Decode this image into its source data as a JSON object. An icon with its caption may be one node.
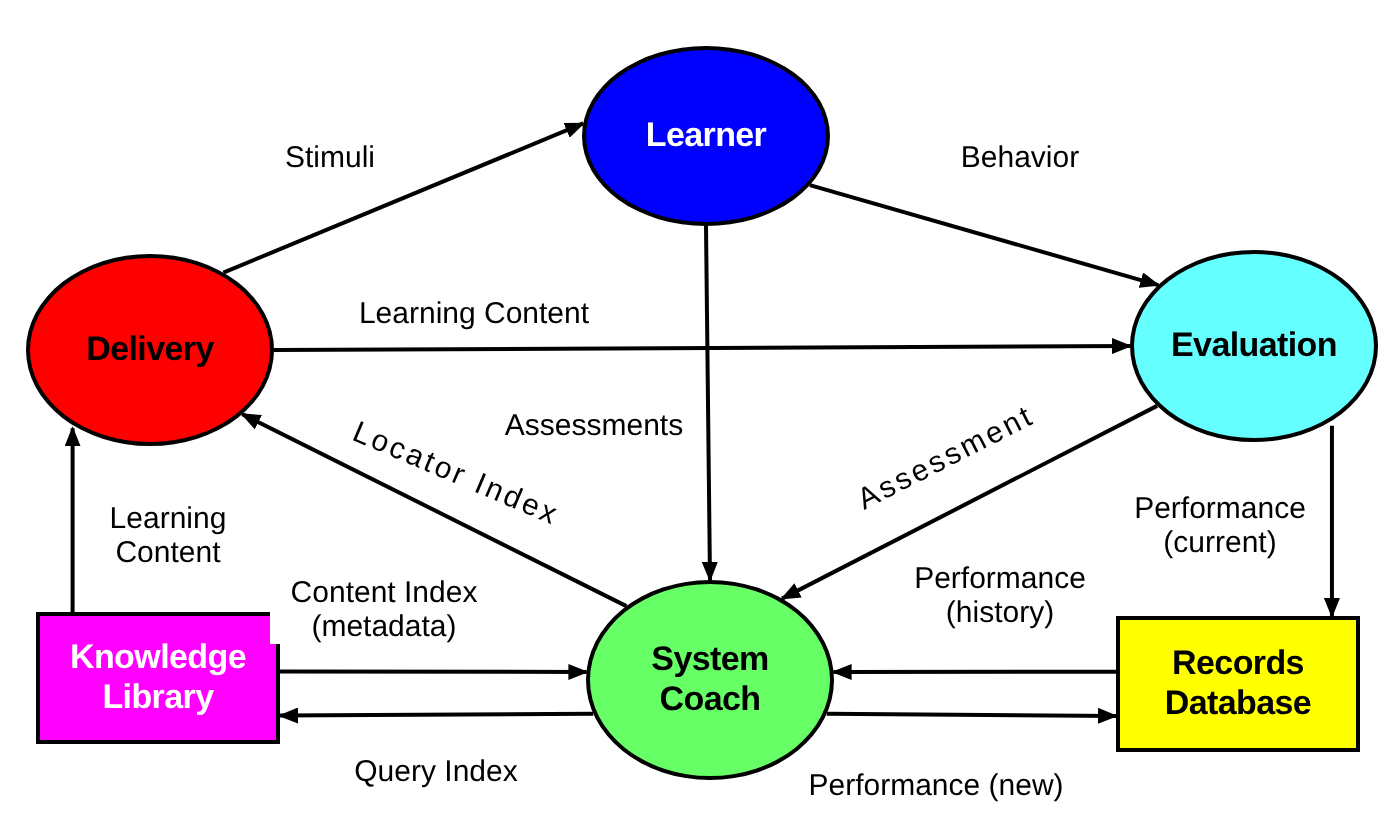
{
  "diagram": {
    "nodes": [
      {
        "text": [
          "Learner"
        ]
      },
      {
        "text": [
          "Delivery"
        ]
      },
      {
        "text": [
          "Evaluation"
        ]
      },
      {
        "text": [
          "System Coach"
        ]
      },
      {
        "text": [
          "Knowledge Library"
        ]
      },
      {
        "text": [
          "Records Database"
        ]
      }
    ],
    "edges": [
      {
        "from": 1,
        "to": 0,
        "arrow": "to",
        "label": "Stimuli"
      },
      {
        "from": 0,
        "to": 2,
        "arrow": "to",
        "label": "Behavior"
      },
      {
        "from": 1,
        "to": 2,
        "arrow": "to",
        "label": "Learning Content"
      },
      {
        "from": 0,
        "to": 3,
        "arrow": "to",
        "label": "Assessments"
      },
      {
        "from": 3,
        "to": 1,
        "arrow": "to",
        "label": "Locator Index"
      },
      {
        "from": 2,
        "to": 3,
        "arrow": "to",
        "label": "Assessment"
      },
      {
        "from": 2,
        "to": 5,
        "arrow": "to",
        "label": "Performance (current)"
      },
      {
        "from": 5,
        "to": 3,
        "arrow": "to",
        "label": "Performance (history)"
      },
      {
        "from": 3,
        "to": 5,
        "arrow": "to",
        "label": "Performance (new)"
      },
      {
        "from": 4,
        "to": 1,
        "arrow": "to",
        "label": "Learning Content"
      },
      {
        "from": 4,
        "to": 3,
        "arrow": "to",
        "label": "Content Index (metadata)"
      },
      {
        "from": 3,
        "to": 4,
        "arrow": "to",
        "label": "Query Index"
      }
    ]
  }
}
